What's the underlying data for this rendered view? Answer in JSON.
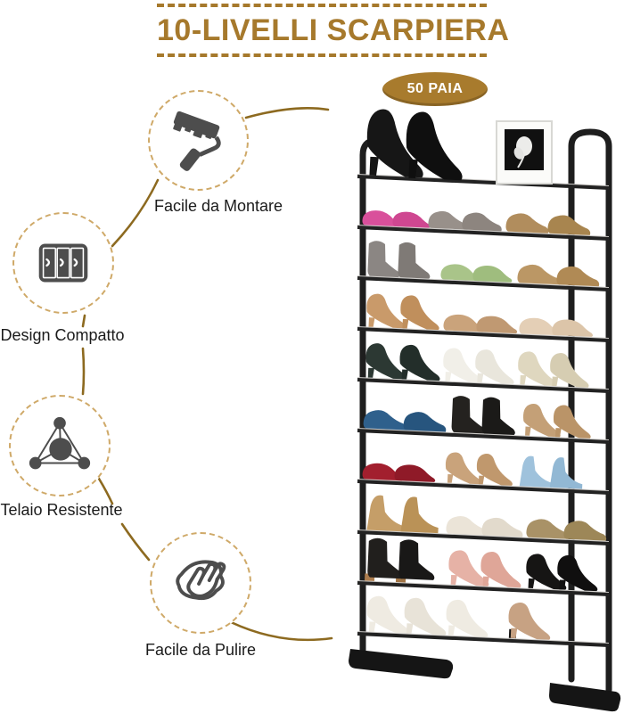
{
  "header": {
    "title": "10-LIVELLI SCARPIERA",
    "badge_label": "50 PAIA"
  },
  "features": [
    {
      "label": "Facile da Montare",
      "icon": "paint-roller-icon"
    },
    {
      "label": "Design Compatto",
      "icon": "compact-wardrobe-icon"
    },
    {
      "label": "Telaio Resistente",
      "icon": "sturdy-frame-icon"
    },
    {
      "label": "Facile da Pulire",
      "icon": "wipe-clean-icon"
    }
  ],
  "product": {
    "description": "10-tier black metal shoe rack filled with shoes",
    "tiers": 10,
    "shelf_contents": [
      "black stiletto pumps, framed flower picture",
      "pink ballet flats, grey clogs, tan loafers",
      "grey ankle boots, green flats, tan slip-ons",
      "tan pumps, tan flip-flops, cream sandals",
      "dark green pumps, white pumps, cream pumps",
      "blue sneakers, black ankle boots, tan heels",
      "red sandals, tan block heels, light blue wedges",
      "cork wedges, cream shoes, tan sneakers",
      "black chunky-heel shoes, pink pumps, black pumps",
      "white pumps, tan pump with black heel"
    ]
  },
  "colors": {
    "accent_gold": "#a6792c",
    "badge_fill": "#a87b2d",
    "connector_brown": "#8d6a20",
    "circle_dash": "#cfa968",
    "icon_gray": "#4d4d4d",
    "frame_black": "#1e1e1e",
    "shelf_gray": "#cbc9c6",
    "label_text": "#1b1b1b"
  }
}
